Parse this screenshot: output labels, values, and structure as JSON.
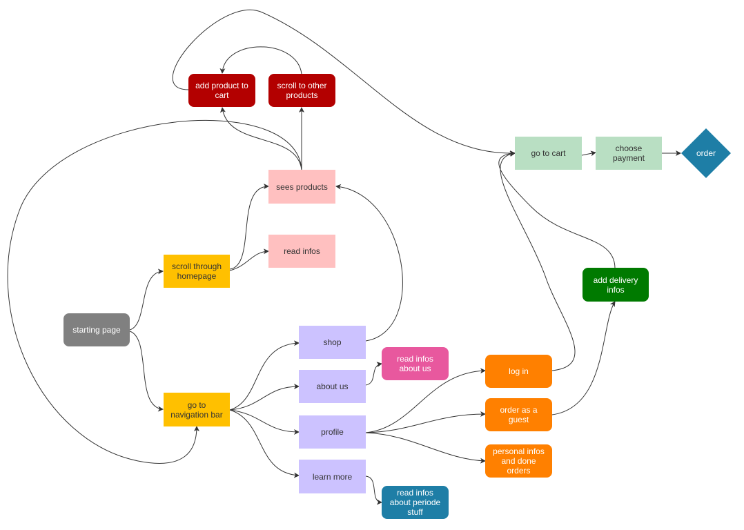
{
  "colors": {
    "red": "#b30000",
    "pink_light": "#ffc0c0",
    "yellow": "#ffc000",
    "gray": "#808080",
    "purple_light": "#ccc2ff",
    "pink_hot": "#e8589e",
    "orange": "#ff8000",
    "blue": "#1e7ea6",
    "green_light": "#b9dfc3",
    "green": "#007a00",
    "edge": "#333333"
  },
  "nodes": {
    "add_product": "add product to cart",
    "scroll_other": "scroll to other products",
    "sees_products": "sees products",
    "read_infos": "read infos",
    "scroll_homepage": "scroll through homepage",
    "starting_page": "starting page",
    "go_nav": "go to navigation bar",
    "shop": "shop",
    "about_us": "about us",
    "read_about_us": "read infos about us",
    "profile": "profile",
    "learn_more": "learn more",
    "read_periode": "read infos about periode stuff",
    "log_in": "log in",
    "order_guest": "order as a guest",
    "personal_infos": "personal infos and done orders",
    "add_delivery": "add delivery infos",
    "go_cart": "go to cart",
    "choose_payment": "choose payment",
    "order": "order"
  }
}
